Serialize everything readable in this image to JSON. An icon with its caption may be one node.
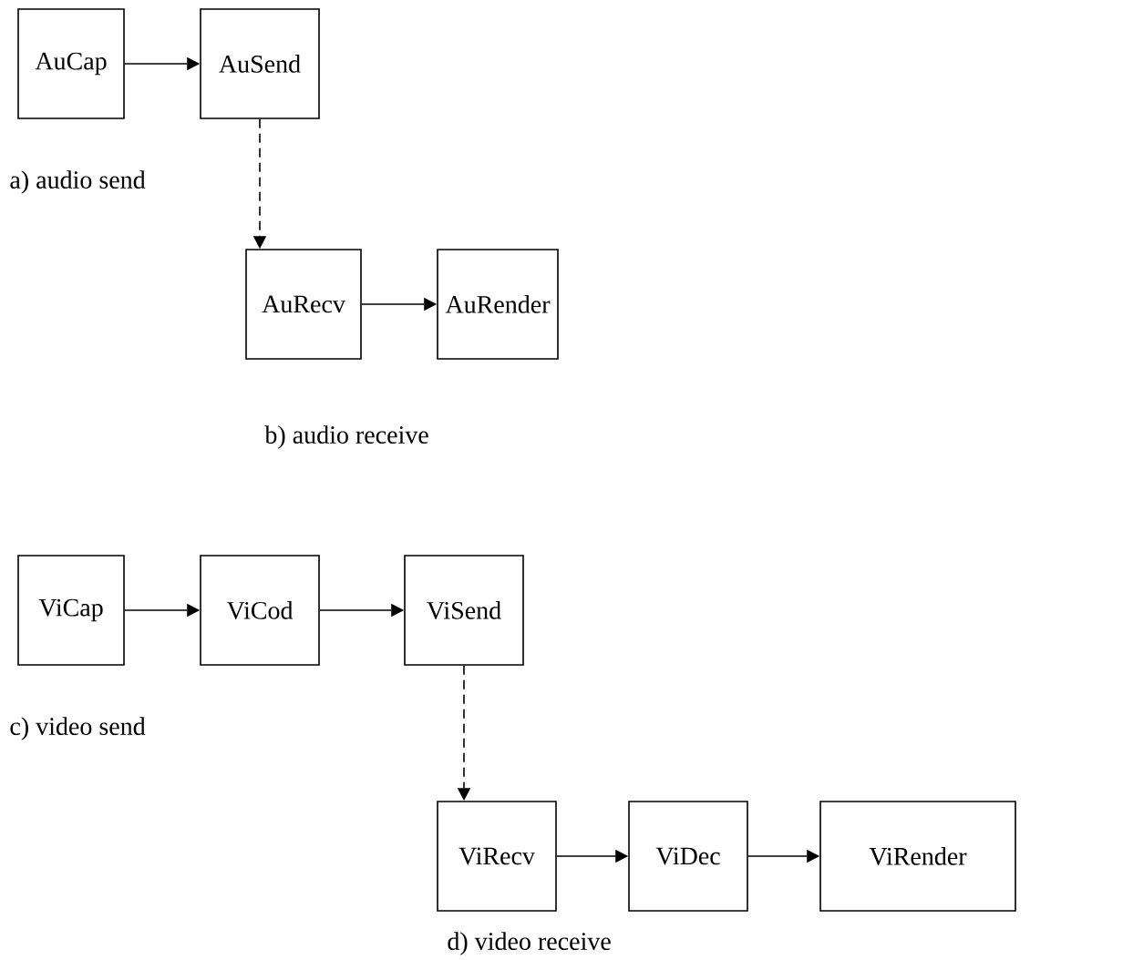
{
  "diagram": {
    "nodes": [
      {
        "text": [
          "AuCap"
        ]
      },
      {
        "text": [
          "AuSend"
        ]
      },
      {
        "text": [
          "AuRecv"
        ]
      },
      {
        "text": [
          "AuRender"
        ]
      },
      {
        "text": [
          "ViCap"
        ]
      },
      {
        "text": [
          "ViCod"
        ]
      },
      {
        "text": [
          "ViSend"
        ]
      },
      {
        "text": [
          "ViRecv"
        ]
      },
      {
        "text": [
          "ViDec"
        ]
      },
      {
        "text": [
          "ViRender"
        ]
      }
    ],
    "edges": [
      {
        "from": 0,
        "to": 1,
        "arrow": "to"
      },
      {
        "from": 1,
        "to": 2,
        "arrow": "to",
        "style": "dashed"
      },
      {
        "from": 2,
        "to": 3,
        "arrow": "to"
      },
      {
        "from": 4,
        "to": 5,
        "arrow": "to"
      },
      {
        "from": 5,
        "to": 6,
        "arrow": "to"
      },
      {
        "from": 6,
        "to": 7,
        "arrow": "to",
        "style": "dashed"
      },
      {
        "from": 7,
        "to": 8,
        "arrow": "to"
      },
      {
        "from": 8,
        "to": 9,
        "arrow": "to"
      }
    ],
    "labels": [
      "a) audio send",
      "b) audio receive",
      "c) video send",
      "d) video receive"
    ]
  }
}
